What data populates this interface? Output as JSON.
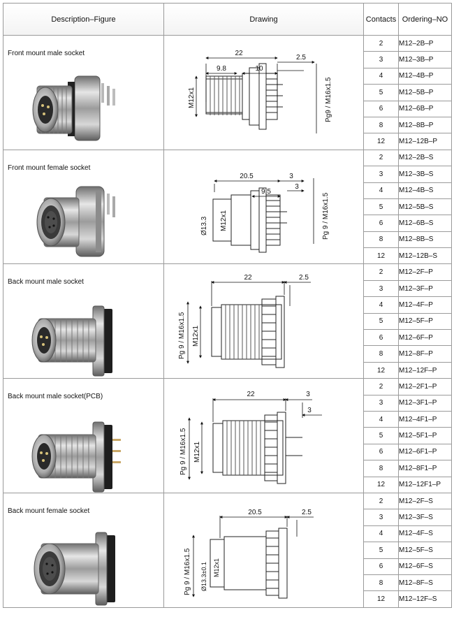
{
  "headers": {
    "description": "Description–Figure",
    "drawing": "Drawing",
    "contacts": "Contacts",
    "ordering": "Ordering–NO"
  },
  "groups": [
    {
      "title": "Front mount male socket",
      "photo_icon": "male-connector-photo",
      "dims": {
        "a": "22",
        "b": "9.8",
        "c": "10",
        "d": "2.5",
        "e": "Pg9 / M16x1.5",
        "f": "M12x1"
      },
      "rows": [
        {
          "contacts": "2",
          "order": "M12–2B–P"
        },
        {
          "contacts": "3",
          "order": "M12–3B–P"
        },
        {
          "contacts": "4",
          "order": "M12–4B–P"
        },
        {
          "contacts": "5",
          "order": "M12–5B–P"
        },
        {
          "contacts": "6",
          "order": "M12–6B–P"
        },
        {
          "contacts": "8",
          "order": "M12–8B–P"
        },
        {
          "contacts": "12",
          "order": "M12–12B–P"
        }
      ]
    },
    {
      "title": "Front mount female socket",
      "photo_icon": "female-connector-photo",
      "dims": {
        "a": "20.5",
        "b": "9.5",
        "c": "3",
        "d": "3",
        "e": "Pg 9 / M16x1.5",
        "f": "M12x1",
        "g": "Ø13.3"
      },
      "rows": [
        {
          "contacts": "2",
          "order": "M12–2B–S"
        },
        {
          "contacts": "3",
          "order": "M12–3B–S"
        },
        {
          "contacts": "4",
          "order": "M12–4B–S"
        },
        {
          "contacts": "5",
          "order": "M12–5B–S"
        },
        {
          "contacts": "6",
          "order": "M12–6B–S"
        },
        {
          "contacts": "8",
          "order": "M12–8B–S"
        },
        {
          "contacts": "12",
          "order": "M12–12B–S"
        }
      ]
    },
    {
      "title": "Back mount male socket",
      "photo_icon": "male-connector-photo",
      "dims": {
        "a": "22",
        "d": "2.5",
        "e": "Pg 9 / M16x1.5",
        "f": "M12x1"
      },
      "rows": [
        {
          "contacts": "2",
          "order": "M12–2F–P"
        },
        {
          "contacts": "3",
          "order": "M12–3F–P"
        },
        {
          "contacts": "4",
          "order": "M12–4F–P"
        },
        {
          "contacts": "5",
          "order": "M12–5F–P"
        },
        {
          "contacts": "6",
          "order": "M12–6F–P"
        },
        {
          "contacts": "8",
          "order": "M12–8F–P"
        },
        {
          "contacts": "12",
          "order": "M12–12F–P"
        }
      ]
    },
    {
      "title": "Back mount male socket(PCB)",
      "photo_icon": "male-connector-photo",
      "dims": {
        "a": "22",
        "c": "3",
        "d": "3",
        "e": "Pg 9 / M16x1.5",
        "f": "M12x1"
      },
      "rows": [
        {
          "contacts": "2",
          "order": "M12–2F1–P"
        },
        {
          "contacts": "3",
          "order": "M12–3F1–P"
        },
        {
          "contacts": "4",
          "order": "M12–4F1–P"
        },
        {
          "contacts": "5",
          "order": "M12–5F1–P"
        },
        {
          "contacts": "6",
          "order": "M12–6F1–P"
        },
        {
          "contacts": "8",
          "order": "M12–8F1–P"
        },
        {
          "contacts": "12",
          "order": "M12–12F1–P"
        }
      ]
    },
    {
      "title": "Back mount female socket",
      "photo_icon": "female-connector-photo",
      "dims": {
        "a": "20.5",
        "d": "2.5",
        "e": "Pg 9 / M16x1.5",
        "f": "M12x1",
        "g": "Ø13.3±0.1"
      },
      "rows": [
        {
          "contacts": "2",
          "order": "M12–2F–S"
        },
        {
          "contacts": "3",
          "order": "M12–3F–S"
        },
        {
          "contacts": "4",
          "order": "M12–4F–S"
        },
        {
          "contacts": "5",
          "order": "M12–5F–S"
        },
        {
          "contacts": "6",
          "order": "M12–6F–S"
        },
        {
          "contacts": "8",
          "order": "M12–8F–S"
        },
        {
          "contacts": "12",
          "order": "M12–12F–S"
        }
      ]
    }
  ]
}
